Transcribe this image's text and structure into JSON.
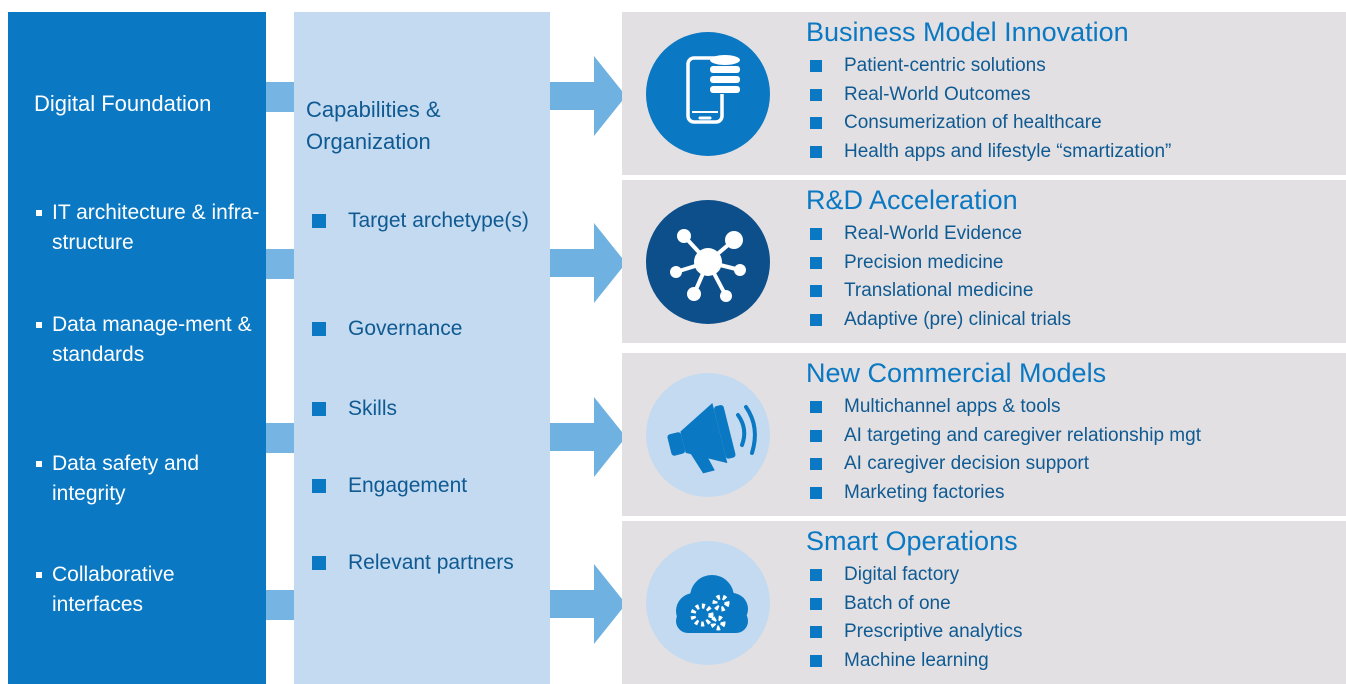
{
  "foundation": {
    "title": "Digital Foundation",
    "items": [
      "IT architecture & infra-structure",
      "Data manage-ment & standards",
      "Data safety and integrity",
      "Collaborative interfaces"
    ]
  },
  "capabilities": {
    "title": "Capabilities & Organization",
    "items": [
      "Target archetype(s)",
      "Governance",
      "Skills",
      "Engagement",
      "Relevant partners"
    ]
  },
  "panels": [
    {
      "title": "Business Model Innovation",
      "icon": "smartphone-database-icon",
      "icon_bg": "#0a78c2",
      "items": [
        "Patient-centric solutions",
        "Real-World Outcomes",
        "Consumerization of healthcare",
        "Health apps and lifestyle “smartization”"
      ]
    },
    {
      "title": "R&D Acceleration",
      "icon": "molecule-network-icon",
      "icon_bg": "#0d4f8b",
      "items": [
        "Real-World Evidence",
        "Precision medicine",
        "Translational medicine",
        "Adaptive (pre) clinical trials"
      ]
    },
    {
      "title": "New Commercial Models",
      "icon": "megaphone-icon",
      "icon_bg": "#c3daf0",
      "items": [
        "Multichannel apps & tools",
        "AI targeting and caregiver relationship mgt",
        "AI caregiver decision support",
        "Marketing factories"
      ]
    },
    {
      "title": "Smart Operations",
      "icon": "cloud-gears-icon",
      "icon_bg": "#c3daf0",
      "items": [
        "Digital factory",
        "Batch of one",
        "Prescriptive analytics",
        "Machine learning"
      ]
    }
  ],
  "colors": {
    "primary_blue": "#0a78c2",
    "dark_blue": "#0d4f8b",
    "light_blue": "#c3daf0",
    "arrow_blue": "#6fb2e2",
    "panel_gray": "#e2e0e2"
  }
}
